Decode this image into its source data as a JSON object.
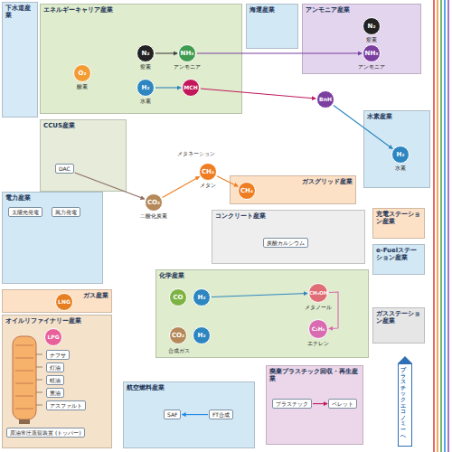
{
  "diagram": {
    "nodes": [
      {
        "text": [
          "下水道産業"
        ]
      },
      {
        "text": [
          "エネルギーキャリア産業"
        ]
      },
      {
        "text": [
          "海運産業"
        ]
      },
      {
        "text": [
          "アンモニア産業"
        ]
      },
      {
        "text": [
          "水素産業"
        ]
      },
      {
        "text": [
          "CCUS産業"
        ]
      },
      {
        "text": [
          "電力産業"
        ]
      },
      {
        "text": [
          "ガスグリッド産業"
        ]
      },
      {
        "text": [
          "コンクリート産業"
        ]
      },
      {
        "text": [
          "化学産業"
        ]
      },
      {
        "text": [
          "ガス産業"
        ]
      },
      {
        "text": [
          "オイルリファイナリー産業"
        ]
      },
      {
        "text": [
          "航空燃料産業"
        ]
      },
      {
        "text": [
          "廃棄プラスチック回収・再生産業"
        ]
      },
      {
        "text": [
          "充電ステーション産業"
        ]
      },
      {
        "text": [
          "e-Fuelステーション産業"
        ]
      },
      {
        "text": [
          "ガスステーション産業"
        ]
      },
      {
        "text": [
          "プラスチックエコノミーへ"
        ]
      },
      {
        "text": [
          "O₂",
          "酸素"
        ],
        "in": 1
      },
      {
        "text": [
          "N₂",
          "窒素"
        ],
        "in": 1
      },
      {
        "text": [
          "NH₃",
          "アンモニア"
        ],
        "in": 1
      },
      {
        "text": [
          "H₂",
          "水素"
        ],
        "in": 1
      },
      {
        "text": [
          "MCH"
        ],
        "in": 1
      },
      {
        "text": [
          "N₂",
          "窒素"
        ],
        "in": 3
      },
      {
        "text": [
          "NH₃",
          "アンモニア"
        ],
        "in": 3
      },
      {
        "text": [
          "BnH"
        ]
      },
      {
        "text": [
          "H₂",
          "水素"
        ],
        "in": 4
      },
      {
        "text": [
          "CO₂",
          "二酸化炭素"
        ]
      },
      {
        "text": [
          "CH₄",
          "メタン"
        ]
      },
      {
        "text": [
          "CH₄"
        ],
        "in": 7
      },
      {
        "text": [
          "LNG"
        ],
        "in": 10
      },
      {
        "text": [
          "LPG"
        ],
        "in": 11
      },
      {
        "text": [
          "CO"
        ],
        "in": 9
      },
      {
        "text": [
          "H₂"
        ],
        "in": 9
      },
      {
        "text": [
          "CO₂"
        ],
        "in": 9
      },
      {
        "text": [
          "H₂"
        ],
        "in": 9
      },
      {
        "text": [
          "CH₃OH",
          "メタノール"
        ],
        "in": 9
      },
      {
        "text": [
          "C₂H₄",
          "エチレン"
        ],
        "in": 9
      },
      {
        "text": [
          "DAC"
        ],
        "in": 5
      },
      {
        "text": [
          "太陽光発電"
        ],
        "in": 6
      },
      {
        "text": [
          "風力発電"
        ],
        "in": 6
      },
      {
        "text": [
          "原油常圧蒸留装置 (トッパー)"
        ],
        "in": 11
      },
      {
        "text": [
          "ナフサ"
        ],
        "in": 11
      },
      {
        "text": [
          "灯油"
        ],
        "in": 11
      },
      {
        "text": [
          "軽油"
        ],
        "in": 11
      },
      {
        "text": [
          "重油"
        ],
        "in": 11
      },
      {
        "text": [
          "アスファルト"
        ],
        "in": 11
      },
      {
        "text": [
          "SAF"
        ],
        "in": 12
      },
      {
        "text": [
          "FT合成"
        ],
        "in": 12
      },
      {
        "text": [
          "プラスチック"
        ],
        "in": 13
      },
      {
        "text": [
          "ペレット"
        ],
        "in": 13
      },
      {
        "text": [
          "炭酸カルシウム"
        ],
        "in": 8
      }
    ],
    "edges": [
      {
        "from": 19,
        "to": 20,
        "arrow": "to"
      },
      {
        "from": 21,
        "to": 22,
        "arrow": "to"
      },
      {
        "from": 20,
        "to": 24,
        "arrow": "to"
      },
      {
        "from": 22,
        "to": 25,
        "arrow": "to"
      },
      {
        "from": 25,
        "to": 26,
        "arrow": "to"
      },
      {
        "from": 38,
        "to": 27,
        "arrow": "to"
      },
      {
        "from": 27,
        "to": 28,
        "arrow": "to"
      },
      {
        "from": 28,
        "to": 29,
        "arrow": "to"
      },
      {
        "from": 33,
        "to": 36,
        "arrow": "to"
      },
      {
        "from": 36,
        "to": 37,
        "arrow": "to"
      },
      {
        "from": 48,
        "to": 47,
        "arrow": "to"
      },
      {
        "from": 49,
        "to": 50,
        "arrow": "to"
      }
    ],
    "labels": [
      "メタネーション",
      "合成ガス"
    ]
  }
}
